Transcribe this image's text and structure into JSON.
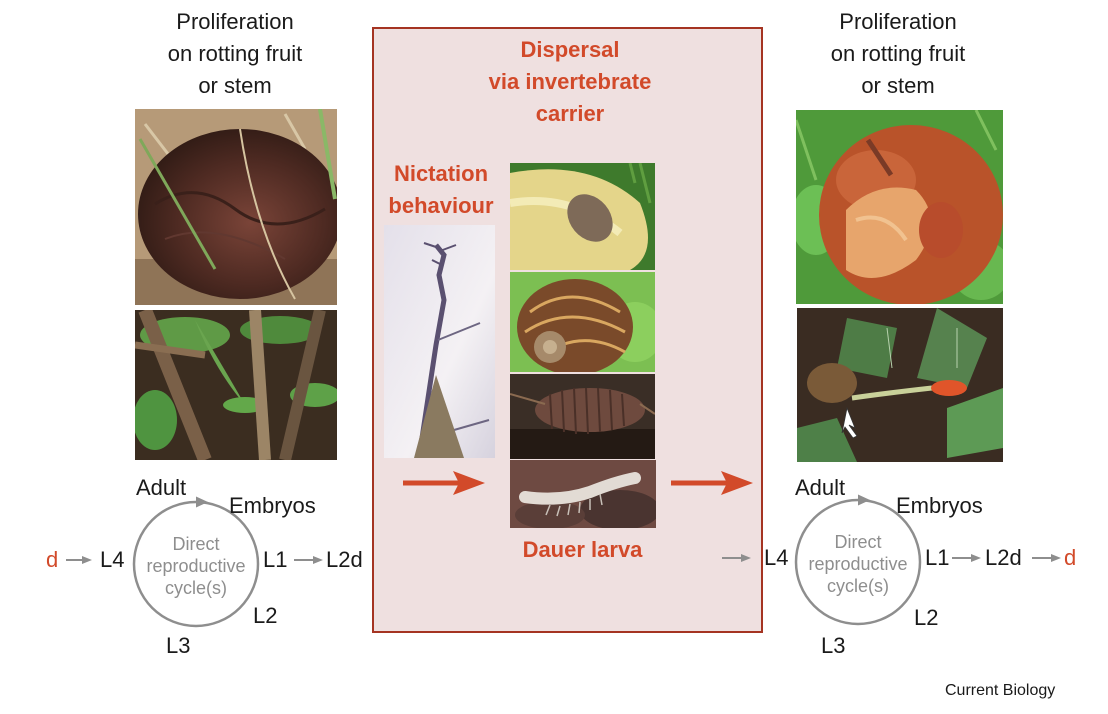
{
  "left_panel": {
    "title_lines": [
      "Proliferation",
      "on rotting fruit",
      "or stem"
    ],
    "photos": [
      {
        "subject": "rotting-fruit-photo",
        "description": "dark brown shrivelled rotting fruit on dry grass"
      },
      {
        "subject": "rotting-stem-photo",
        "description": "rotting plant stems among green leaves"
      }
    ],
    "cycle": {
      "center_lines": [
        "Direct",
        "reproductive",
        "cycle(s)"
      ],
      "stages": {
        "adult": "Adult",
        "embryos": "Embryos",
        "l1": "L1",
        "l2": "L2",
        "l3": "L3",
        "l4": "L4",
        "l2d": "L2d"
      },
      "entry": "d"
    }
  },
  "middle_panel": {
    "title_lines": [
      "Dispersal",
      "via invertebrate",
      "carrier"
    ],
    "nictation_lines": [
      "Nictation",
      "behaviour"
    ],
    "dauer_label": "Dauer larva",
    "photos": [
      {
        "subject": "nictation-photo",
        "description": "nematode dauer larvae standing on a tip (nictation)"
      },
      {
        "subject": "slug-photo",
        "description": "slug on yellow fruit"
      },
      {
        "subject": "snail-photo",
        "description": "brown banded snail on green leaf"
      },
      {
        "subject": "woodlouse-photo",
        "description": "woodlouse (isopod) on soil"
      },
      {
        "subject": "myriapod-photo",
        "description": "pale myriapod on dark substrate"
      }
    ]
  },
  "right_panel": {
    "title_lines": [
      "Proliferation",
      "on rotting fruit",
      "or stem"
    ],
    "photos": [
      {
        "subject": "rotting-apple-photo",
        "description": "rotting orange-brown apple on grass"
      },
      {
        "subject": "arum-stem-photo",
        "description": "rotting stem with red berries among ivy"
      }
    ],
    "cycle": {
      "center_lines": [
        "Direct",
        "reproductive",
        "cycle(s)"
      ],
      "stages": {
        "adult": "Adult",
        "embryos": "Embryos",
        "l1": "L1",
        "l2": "L2",
        "l3": "L3",
        "l4": "L4",
        "l2d": "L2d"
      },
      "exit": "d"
    }
  },
  "credit": "Current Biology",
  "colors": {
    "accent_red": "#d24a2a",
    "box_border": "#a53422",
    "box_fill": "#efe0e0",
    "cycle_gray": "#8e8e8e"
  }
}
